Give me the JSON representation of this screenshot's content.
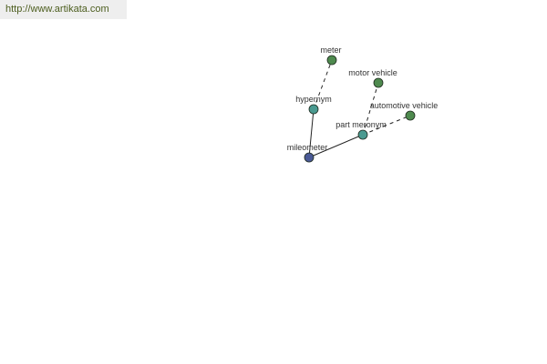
{
  "watermark": {
    "text": "http://www.artikata.com"
  },
  "colors": {
    "root_node": "#4a5a96",
    "relation_node": "#4a9a90",
    "term_node": "#4e8a4e",
    "edge": "#222222",
    "label": "#333333",
    "watermark_text": "#4d5e1f"
  },
  "graph": {
    "nodes": [
      {
        "id": "mileometer",
        "label": "mileometer",
        "kind": "root"
      },
      {
        "id": "hypernym",
        "label": "hypernym",
        "kind": "relation"
      },
      {
        "id": "part_meronym",
        "label": "part meronym",
        "kind": "relation"
      },
      {
        "id": "meter",
        "label": "meter",
        "kind": "term"
      },
      {
        "id": "motor_vehicle",
        "label": "motor vehicle",
        "kind": "term"
      },
      {
        "id": "automotive_vehicle",
        "label": "automotive vehicle",
        "kind": "term"
      }
    ],
    "edges": [
      {
        "from": "mileometer",
        "to": "hypernym",
        "style": "solid"
      },
      {
        "from": "mileometer",
        "to": "part_meronym",
        "style": "solid"
      },
      {
        "from": "hypernym",
        "to": "meter",
        "style": "dashed"
      },
      {
        "from": "part_meronym",
        "to": "motor_vehicle",
        "style": "dashed"
      },
      {
        "from": "part_meronym",
        "to": "automotive_vehicle",
        "style": "dashed"
      }
    ]
  }
}
